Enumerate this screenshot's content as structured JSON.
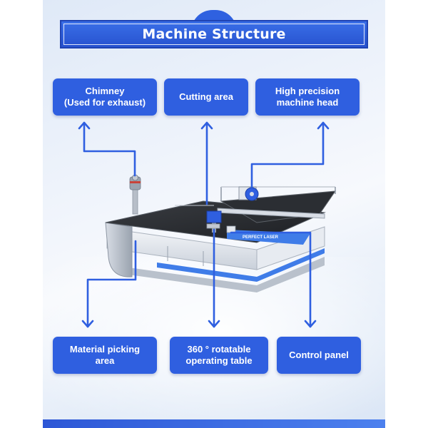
{
  "title": "Machine Structure",
  "labels": {
    "chimney": {
      "line1": "Chimney",
      "line2": "(Used for exhaust)"
    },
    "cutting_area": "Cutting area",
    "machine_head": {
      "line1": "High precision",
      "line2": "machine head"
    },
    "material_picking": {
      "line1": "Material picking",
      "line2": "area"
    },
    "operating_table": {
      "line1": "360 ° rotatable",
      "line2": "operating table"
    },
    "control_panel": "Control panel"
  },
  "machine_brand_text": "PERFECT LASER",
  "colors": {
    "accent": "#2f5fe0",
    "arrow": "#2f5fe0",
    "background": "#eef3fb"
  }
}
